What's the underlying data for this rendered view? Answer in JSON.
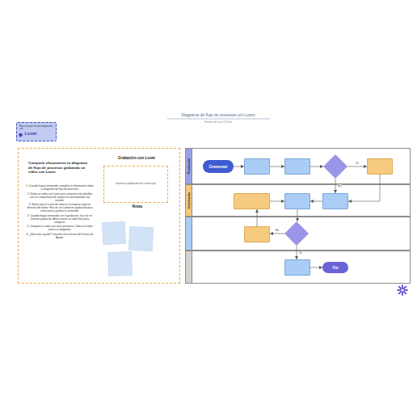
{
  "diagram": {
    "title": "Diagrama de flujo de procesos con Loom",
    "nodes": [
      {
        "text": [
          "Haz clic para ver una integración con",
          "Loom"
        ]
      },
      {
        "text": [
          "Comparte eficazmente tu diagrama de flujo de procesos grabando un video con Loom",
          "1. Cuando hayas terminado, completa la información sobre tu diagrama de flujo de procesos.",
          "2. Graba un video con Loom para compartir más detalles con tus compañeros de equipo sin necesidad de una reunión.",
          "3. Selecciona el ícono de video en la esquina superior derecha del lienzo. Haz clic en Comenzar grabación para seleccionar y grabar tu contenido.",
          "4. Cuando hayas terminado con la grabación, haz clic en Detener grabación. Ahora tienes un video listo para compartir.",
          "5. Comparte tu video con otras personas. Coloca el video junto a tu diagrama.",
          "6. ¿Necesitas ayuda? Consulta este artículo del Centro de Ayuda."
        ]
      },
      {
        "text": [
          "Grabación con Loom",
          "Inserta la grabación de Loom aquí"
        ],
        "in": 1
      },
      {
        "text": [
          "Producción"
        ]
      },
      {
        "text": [
          "Distribución"
        ]
      },
      {
        "text": []
      },
      {
        "text": []
      },
      {
        "text": [
          "Comenzar"
        ],
        "in": 3
      },
      {
        "text": [],
        "in": 3
      },
      {
        "text": [],
        "in": 3
      },
      {
        "text": [],
        "in": 3
      },
      {
        "text": [],
        "in": 3
      },
      {
        "text": [],
        "in": 4
      },
      {
        "text": [],
        "in": 4
      },
      {
        "text": [],
        "in": 4
      },
      {
        "text": [],
        "in": 5
      },
      {
        "text": [],
        "in": 5
      },
      {
        "text": [],
        "in": 6
      },
      {
        "text": [
          "Fin"
        ],
        "in": 6
      }
    ],
    "edges": [
      {
        "from": 7,
        "to": 8,
        "arrow": "to"
      },
      {
        "from": 8,
        "to": 9,
        "arrow": "to"
      },
      {
        "from": 9,
        "to": 10,
        "arrow": "to"
      },
      {
        "from": 10,
        "to": 11,
        "label": "Sí",
        "arrow": "to"
      },
      {
        "from": 10,
        "to": 14,
        "label": "No",
        "arrow": "to"
      },
      {
        "from": 11,
        "to": 14,
        "arrow": "to"
      },
      {
        "from": 14,
        "to": 13,
        "arrow": "to"
      },
      {
        "from": 13,
        "to": 16,
        "arrow": "to"
      },
      {
        "from": 16,
        "to": 15,
        "label": "No",
        "arrow": "to"
      },
      {
        "from": 15,
        "to": 12,
        "arrow": "to"
      },
      {
        "from": 12,
        "to": 13,
        "arrow": "to"
      },
      {
        "from": 16,
        "to": 17,
        "label": "Sí",
        "arrow": "to"
      },
      {
        "from": 17,
        "to": 18,
        "arrow": "to"
      }
    ],
    "labels": [
      "Nombre del autor | Fecha",
      "Notas"
    ]
  }
}
